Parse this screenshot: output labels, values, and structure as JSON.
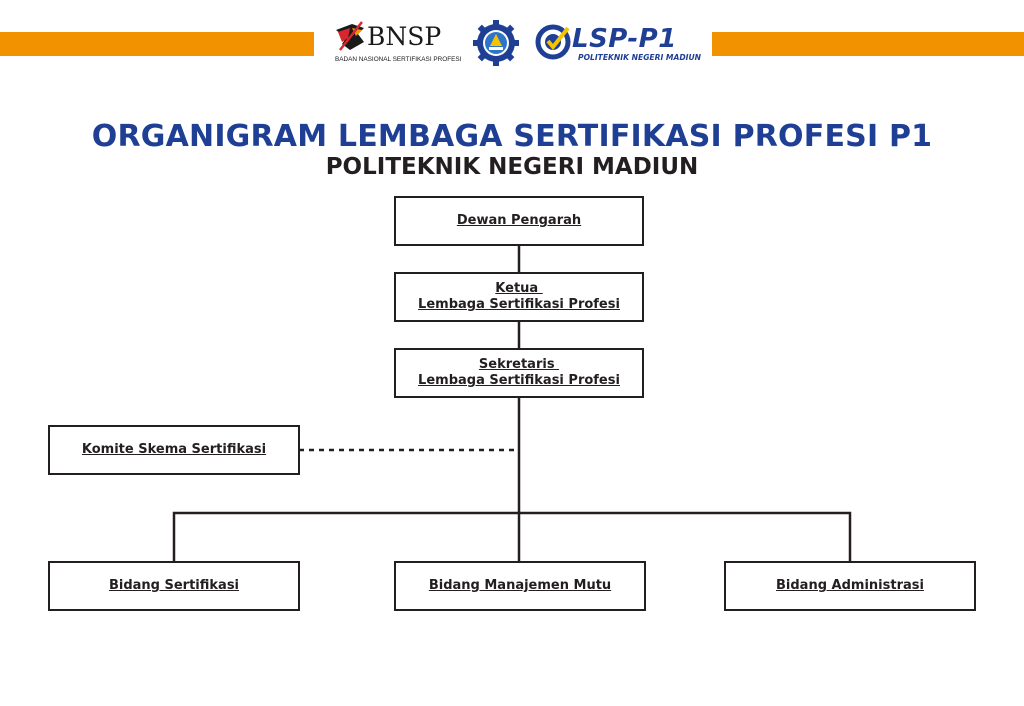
{
  "header": {
    "bnsp_name": "BNSP",
    "bnsp_full": "BADAN NASIONAL SERTIFIKASI PROFESI",
    "lsp_name": "LSP-P1",
    "lsp_sub": "POLITEKNIK NEGERI MADIUN",
    "accent_color": "#f39200",
    "brand_color": "#1f3f95"
  },
  "title": {
    "main": "ORGANIGRAM LEMBAGA SERTIFIKASI PROFESI P1",
    "sub": "POLITEKNIK NEGERI MADIUN"
  },
  "org": {
    "dewan": "Dewan Pengarah",
    "ketua_1": "Ketua ",
    "ketua_2": "Lembaga Sertifikasi Profesi",
    "sekretaris_1": "Sekretaris ",
    "sekretaris_2": "Lembaga Sertifikasi Profesi",
    "komite": "Komite Skema Sertifikasi",
    "bidang_sertifikasi": "Bidang Sertifikasi",
    "bidang_mutu": "Bidang Manajemen Mutu",
    "bidang_administrasi": "Bidang Administrasi"
  }
}
